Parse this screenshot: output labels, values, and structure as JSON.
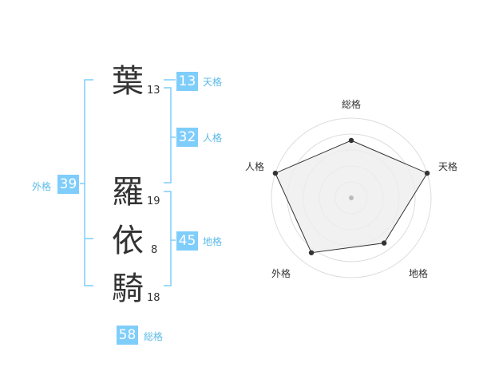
{
  "name": {
    "chars": [
      {
        "char": "葉",
        "strokes": "13"
      },
      {
        "char": "羅",
        "strokes": "19"
      },
      {
        "char": "依",
        "strokes": "8"
      },
      {
        "char": "騎",
        "strokes": "18"
      }
    ]
  },
  "scores": {
    "tenkaku": {
      "value": "13",
      "label": "天格"
    },
    "jinkaku": {
      "value": "32",
      "label": "人格"
    },
    "chikaku": {
      "value": "45",
      "label": "地格"
    },
    "gaikaku": {
      "value": "39",
      "label": "外格"
    },
    "soukaku": {
      "value": "58",
      "label": "総格"
    }
  },
  "colors": {
    "accent": "#7fcdfb",
    "accent_text": "#5bbbe8",
    "bracket": "#7fcdfb",
    "radar_fill": "#eeeeee",
    "radar_stroke": "#333333",
    "ring": "#dddddd"
  },
  "chart_data": {
    "type": "radar",
    "axes": [
      "総格",
      "天格",
      "地格",
      "外格",
      "人格"
    ],
    "values": [
      0.72,
      1.0,
      0.7,
      0.85,
      1.0
    ],
    "range": [
      0,
      1
    ],
    "rings": 5
  }
}
